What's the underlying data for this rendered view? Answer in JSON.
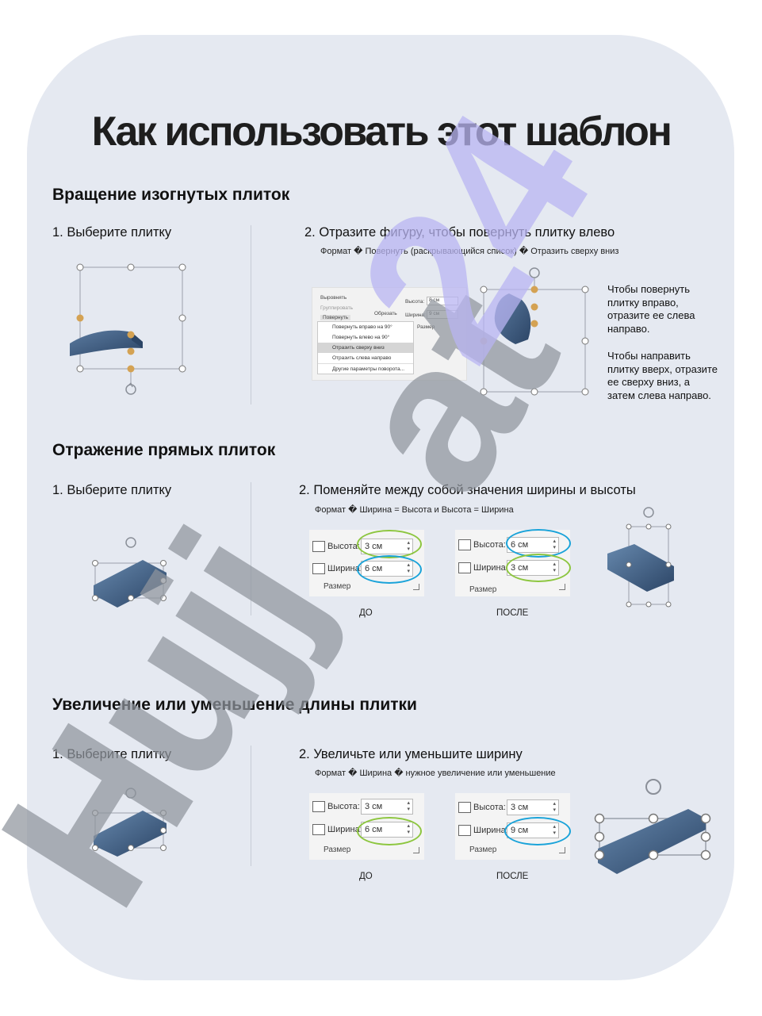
{
  "page_title": "Как использовать этот шаблон",
  "watermark": "Hujjat24",
  "sections": [
    {
      "title": "Вращение изогнутых плиток",
      "step1": "1. Выберите плитку",
      "step2": "2. Отразите фигуру, чтобы повернуть плитку влево",
      "path": "Формат � Повернуть (раскрывающийся список) � Отразить сверху вниз",
      "ribbon": {
        "align": "Выровнять",
        "group": "Группировать",
        "rotate": "Повернуть",
        "crop": "Обрезать",
        "height_label": "Высота:",
        "height_value": "8 см",
        "width_label": "Ширина:",
        "width_value": "9 см",
        "size": "Размер"
      },
      "menu_items": [
        "Повернуть вправо на 90°",
        "Повернуть влево на 90°",
        "Отразить сверху вниз",
        "Отразить слева направо",
        "Другие параметры поворота..."
      ],
      "note1": "Чтобы повернуть плитку вправо, отразите ее слева направо.",
      "note2": "Чтобы направить плитку вверх, отразите ее сверху вниз, а затем слева направо."
    },
    {
      "title": "Отражение прямых плиток",
      "step1": "1. Выберите плитку",
      "step2": "2. Поменяйте между собой значения ширины и высоты",
      "path": "Формат � Ширина = Высота и Высота = Ширина",
      "before": {
        "height": "3 см",
        "width": "6 см"
      },
      "after": {
        "height": "6 см",
        "width": "3 см"
      },
      "caption_before": "ДО",
      "caption_after": "ПОСЛЕ"
    },
    {
      "title": "Увеличение или уменьшение длины плитки",
      "step1": "1. Выберите плитку",
      "step2": "2. Увеличьте или уменьшите ширину",
      "path": "Формат � Ширина � нужное увеличение или уменьшение",
      "before": {
        "height": "3 см",
        "width": "6 см"
      },
      "after": {
        "height": "3 см",
        "width": "9 см"
      },
      "caption_before": "ДО",
      "caption_after": "ПОСЛЕ"
    }
  ],
  "labels": {
    "height": "Высота:",
    "width": "Ширина:",
    "size": "Размер"
  },
  "colors": {
    "card": "#e5e9f1",
    "tile": "#3f5d80",
    "handle_orange": "#d4a253",
    "ring_green": "#8dc63f",
    "ring_blue": "#1aa3d9",
    "watermark_gray": "#8f949c",
    "watermark_purple": "#b8b4f2"
  }
}
